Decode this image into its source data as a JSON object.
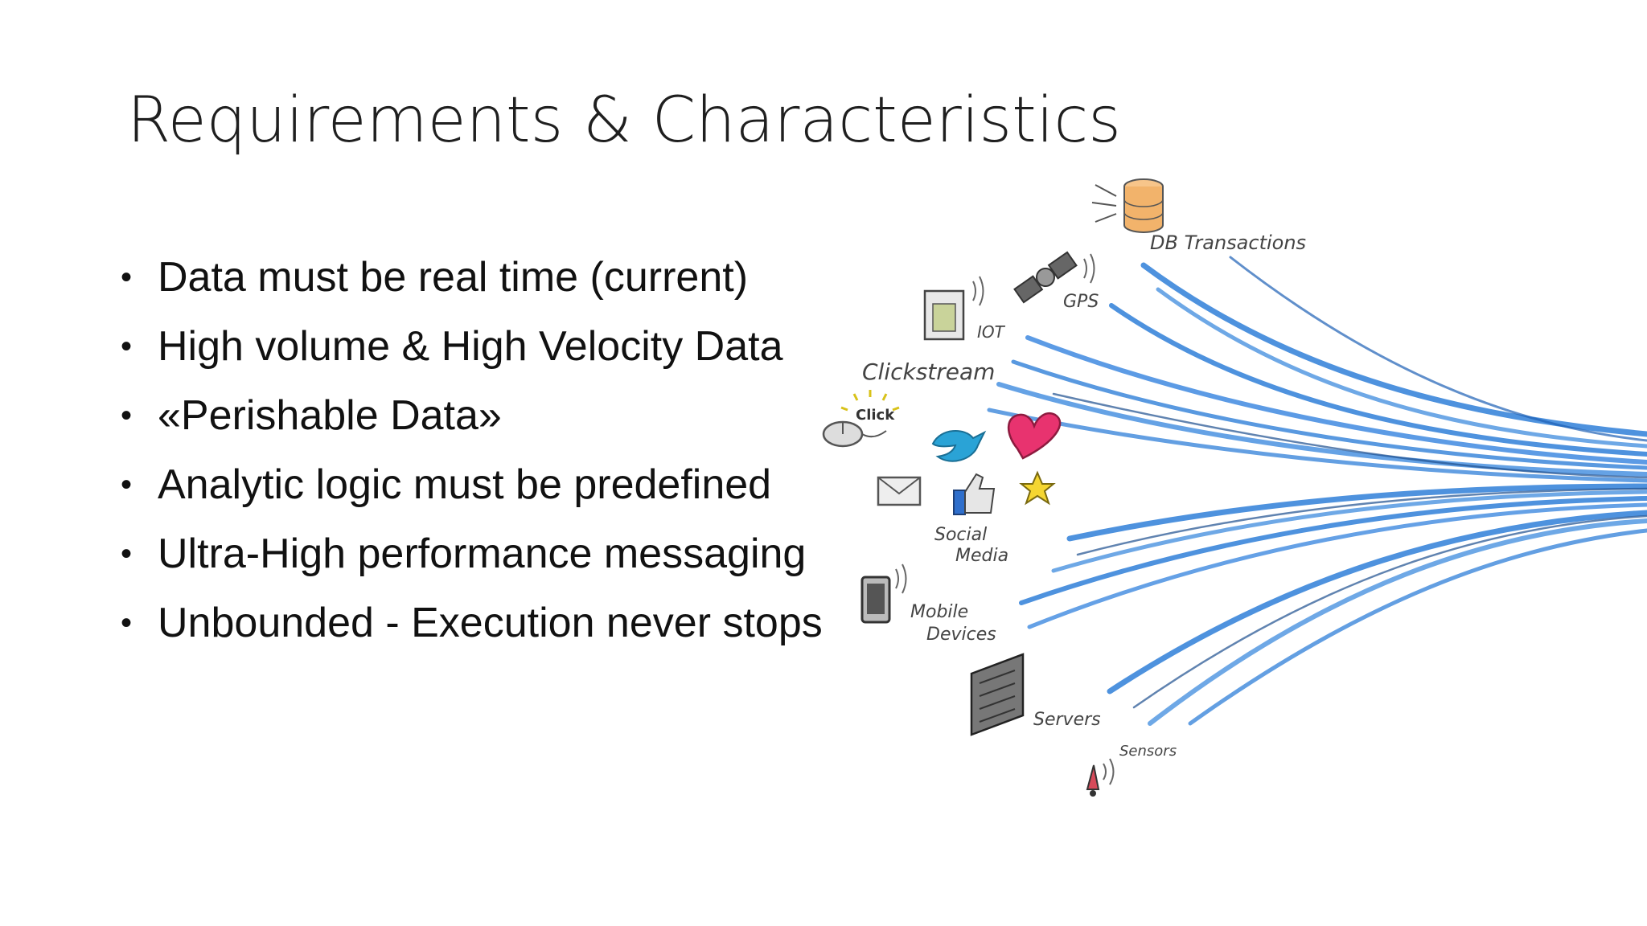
{
  "slide": {
    "title": "Requirements & Characteristics",
    "bullet_glyph": "•",
    "bullets": [
      "Data must be real time (current)",
      "High volume & High Velocity Data",
      "«Perishable Data»",
      "Analytic logic must be predefined",
      "Ultra-High performance messaging",
      "Unbounded - Execution never stops"
    ]
  },
  "illustration": {
    "labels": {
      "db": "DB Transactions",
      "gps": "GPS",
      "iot": "IOT",
      "clickstream": "Clickstream",
      "click": "Click",
      "social": "Social",
      "media": "Media",
      "mobile": "Mobile",
      "devices": "Devices",
      "servers": "Servers",
      "sensors": "Sensors"
    },
    "colors": {
      "stream": "#2f7fd8",
      "db": "#f2b36b",
      "twitter": "#2aa3d6",
      "heart": "#e8336f",
      "star": "#f5d631",
      "thumb": "#2f6fcc",
      "sensor": "#d64a5a"
    }
  }
}
